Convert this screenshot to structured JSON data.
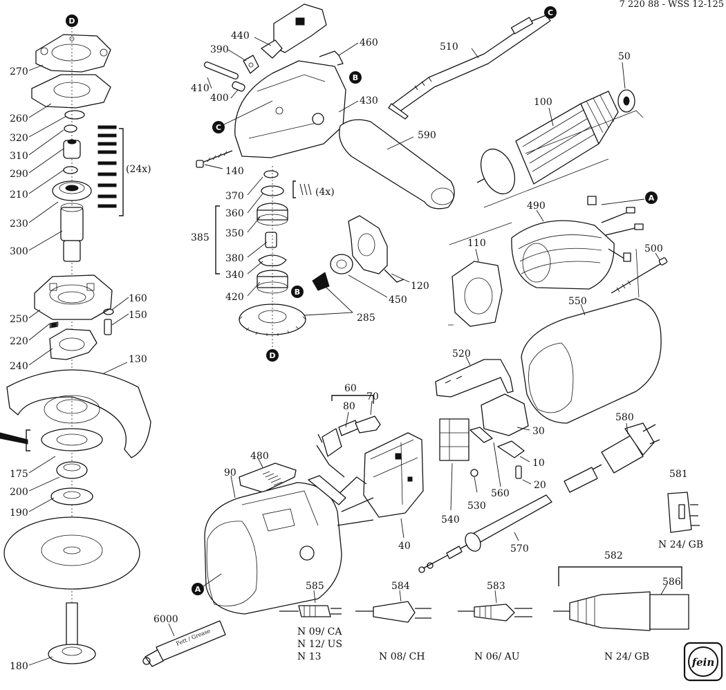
{
  "title": "7 220 88 - WSS 12-125",
  "part_labels": {
    "p10": "10",
    "p20": "20",
    "p30": "30",
    "p40": "40",
    "p50": "50",
    "p60": "60",
    "p70": "70",
    "p80": "80",
    "p90": "90",
    "p100": "100",
    "p110": "110",
    "p120": "120",
    "p130": "130",
    "p140": "140",
    "p150": "150",
    "p160": "160",
    "p175": "175",
    "p180": "180",
    "p190": "190",
    "p200": "200",
    "p210": "210",
    "p220": "220",
    "p230": "230",
    "p240": "240",
    "p250": "250",
    "p260": "260",
    "p270": "270",
    "p285": "285",
    "p290": "290",
    "p300": "300",
    "p310": "310",
    "p320": "320",
    "p340": "340",
    "p350": "350",
    "p360": "360",
    "p370": "370",
    "p380": "380",
    "p385": "385",
    "p390": "390",
    "p400": "400",
    "p410": "410",
    "p420": "420",
    "p430": "430",
    "p440": "440",
    "p450": "450",
    "p460": "460",
    "p480": "480",
    "p490": "490",
    "p500": "500",
    "p510": "510",
    "p520": "520",
    "p530": "530",
    "p540": "540",
    "p550": "550",
    "p560": "560",
    "p570": "570",
    "p580": "580",
    "p581": "581",
    "p582": "582",
    "p583": "583",
    "p584": "584",
    "p585": "585",
    "p586": "586",
    "p590": "590",
    "p6000": "6000"
  },
  "quantities": {
    "q24": "(24x)",
    "q4": "(4x)"
  },
  "markers": {
    "a": "A",
    "b": "B",
    "c": "C",
    "d": "D"
  },
  "variants": {
    "ca": "N 09/ CA",
    "us": "N 12/ US",
    "n13": "N 13",
    "ch": "N 08/ CH",
    "au": "N 06/ AU",
    "gb_plug": "N 24/ GB",
    "gb_cable": "N 24/ GB"
  },
  "grease_tube": "Fett / Grease",
  "logo_text": "fein"
}
